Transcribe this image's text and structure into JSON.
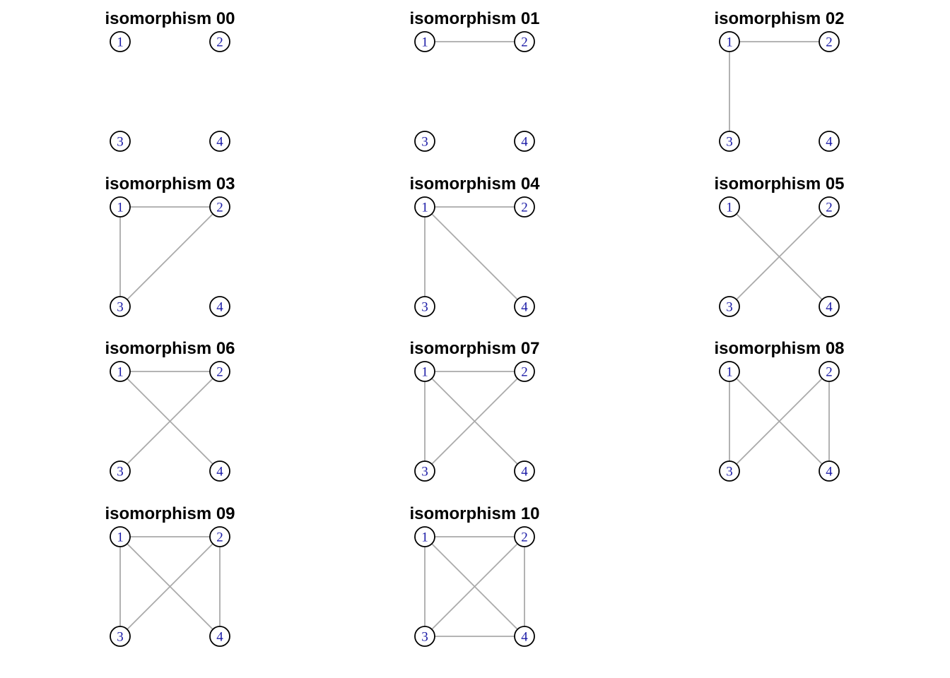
{
  "colors": {
    "edge": "#aaaaaa",
    "node_border": "#000000",
    "node_label": "#1a1aa6"
  },
  "node_labels": [
    "1",
    "2",
    "3",
    "4"
  ],
  "graphs": [
    {
      "title": "isomorphism 00",
      "edges": []
    },
    {
      "title": "isomorphism 01",
      "edges": [
        [
          1,
          2
        ]
      ]
    },
    {
      "title": "isomorphism 02",
      "edges": [
        [
          1,
          2
        ],
        [
          1,
          3
        ]
      ]
    },
    {
      "title": "isomorphism 03",
      "edges": [
        [
          1,
          2
        ],
        [
          1,
          3
        ],
        [
          2,
          3
        ]
      ]
    },
    {
      "title": "isomorphism 04",
      "edges": [
        [
          1,
          2
        ],
        [
          1,
          3
        ],
        [
          1,
          4
        ]
      ]
    },
    {
      "title": "isomorphism 05",
      "edges": [
        [
          1,
          4
        ],
        [
          2,
          3
        ]
      ]
    },
    {
      "title": "isomorphism 06",
      "edges": [
        [
          1,
          2
        ],
        [
          1,
          4
        ],
        [
          2,
          3
        ]
      ]
    },
    {
      "title": "isomorphism 07",
      "edges": [
        [
          1,
          2
        ],
        [
          1,
          3
        ],
        [
          1,
          4
        ],
        [
          2,
          3
        ]
      ]
    },
    {
      "title": "isomorphism 08",
      "edges": [
        [
          1,
          3
        ],
        [
          1,
          4
        ],
        [
          2,
          3
        ],
        [
          2,
          4
        ]
      ]
    },
    {
      "title": "isomorphism 09",
      "edges": [
        [
          1,
          2
        ],
        [
          1,
          3
        ],
        [
          1,
          4
        ],
        [
          2,
          3
        ],
        [
          2,
          4
        ]
      ]
    },
    {
      "title": "isomorphism 10",
      "edges": [
        [
          1,
          2
        ],
        [
          1,
          3
        ],
        [
          1,
          4
        ],
        [
          2,
          3
        ],
        [
          2,
          4
        ],
        [
          3,
          4
        ]
      ]
    }
  ]
}
